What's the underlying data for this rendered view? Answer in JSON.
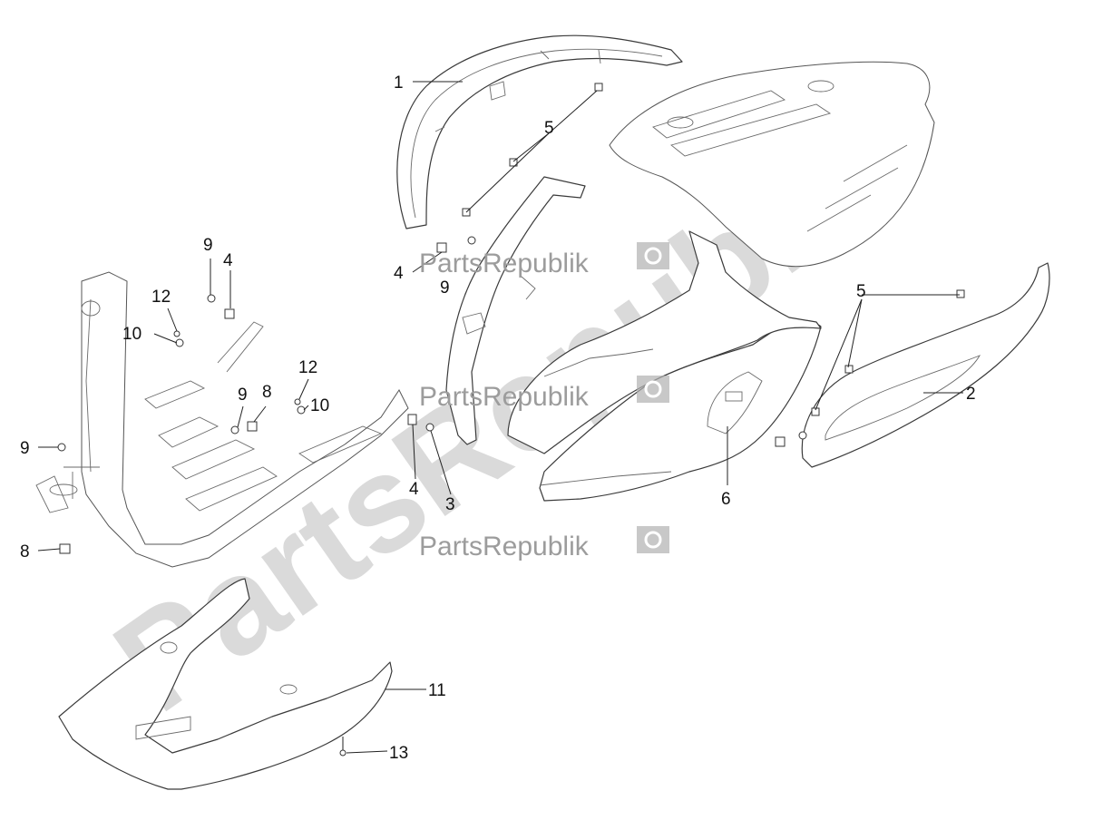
{
  "watermark": {
    "brand": "PartsRepublik",
    "big_text": "PartsRepublik"
  },
  "callouts": [
    {
      "id": "c1",
      "label": "1"
    },
    {
      "id": "c5a",
      "label": "5"
    },
    {
      "id": "c4a",
      "label": "4"
    },
    {
      "id": "c9a",
      "label": "9"
    },
    {
      "id": "c9b",
      "label": "9"
    },
    {
      "id": "c4b",
      "label": "4"
    },
    {
      "id": "c12a",
      "label": "12"
    },
    {
      "id": "c10a",
      "label": "10"
    },
    {
      "id": "c12b",
      "label": "12"
    },
    {
      "id": "c9c",
      "label": "9"
    },
    {
      "id": "c8a",
      "label": "8"
    },
    {
      "id": "c10b",
      "label": "10"
    },
    {
      "id": "c9d",
      "label": "9"
    },
    {
      "id": "c8b",
      "label": "8"
    },
    {
      "id": "c4c",
      "label": "4"
    },
    {
      "id": "c3",
      "label": "3"
    },
    {
      "id": "c6",
      "label": "6"
    },
    {
      "id": "c5b",
      "label": "5"
    },
    {
      "id": "c2",
      "label": "2"
    },
    {
      "id": "c11",
      "label": "11"
    },
    {
      "id": "c13",
      "label": "13"
    }
  ],
  "colors": {
    "line": "#3a3a3a",
    "watermark": "#9c9c9c",
    "watermark_big": "#bdbdbd"
  }
}
